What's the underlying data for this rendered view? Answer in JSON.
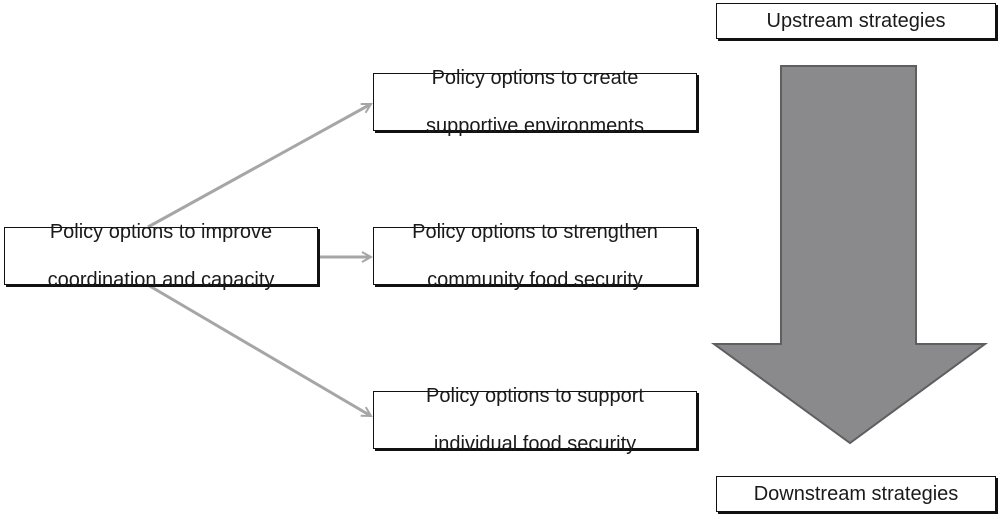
{
  "diagram": {
    "central_box": {
      "line1": "Policy options to improve",
      "line2": "coordination and capacity"
    },
    "targets": [
      {
        "line1": "Policy options to create",
        "line2": "supportive environments"
      },
      {
        "line1": "Policy options to strengthen",
        "line2": "community food security"
      },
      {
        "line1": "Policy options to support",
        "line2": "individual food security"
      }
    ],
    "scale": {
      "top_label": "Upstream strategies",
      "bottom_label": "Downstream strategies"
    },
    "colors": {
      "connector": "#a6a6a6",
      "big_arrow_fill": "#8a8a8c",
      "big_arrow_stroke": "#5f5f61",
      "box_border": "#111111"
    }
  }
}
